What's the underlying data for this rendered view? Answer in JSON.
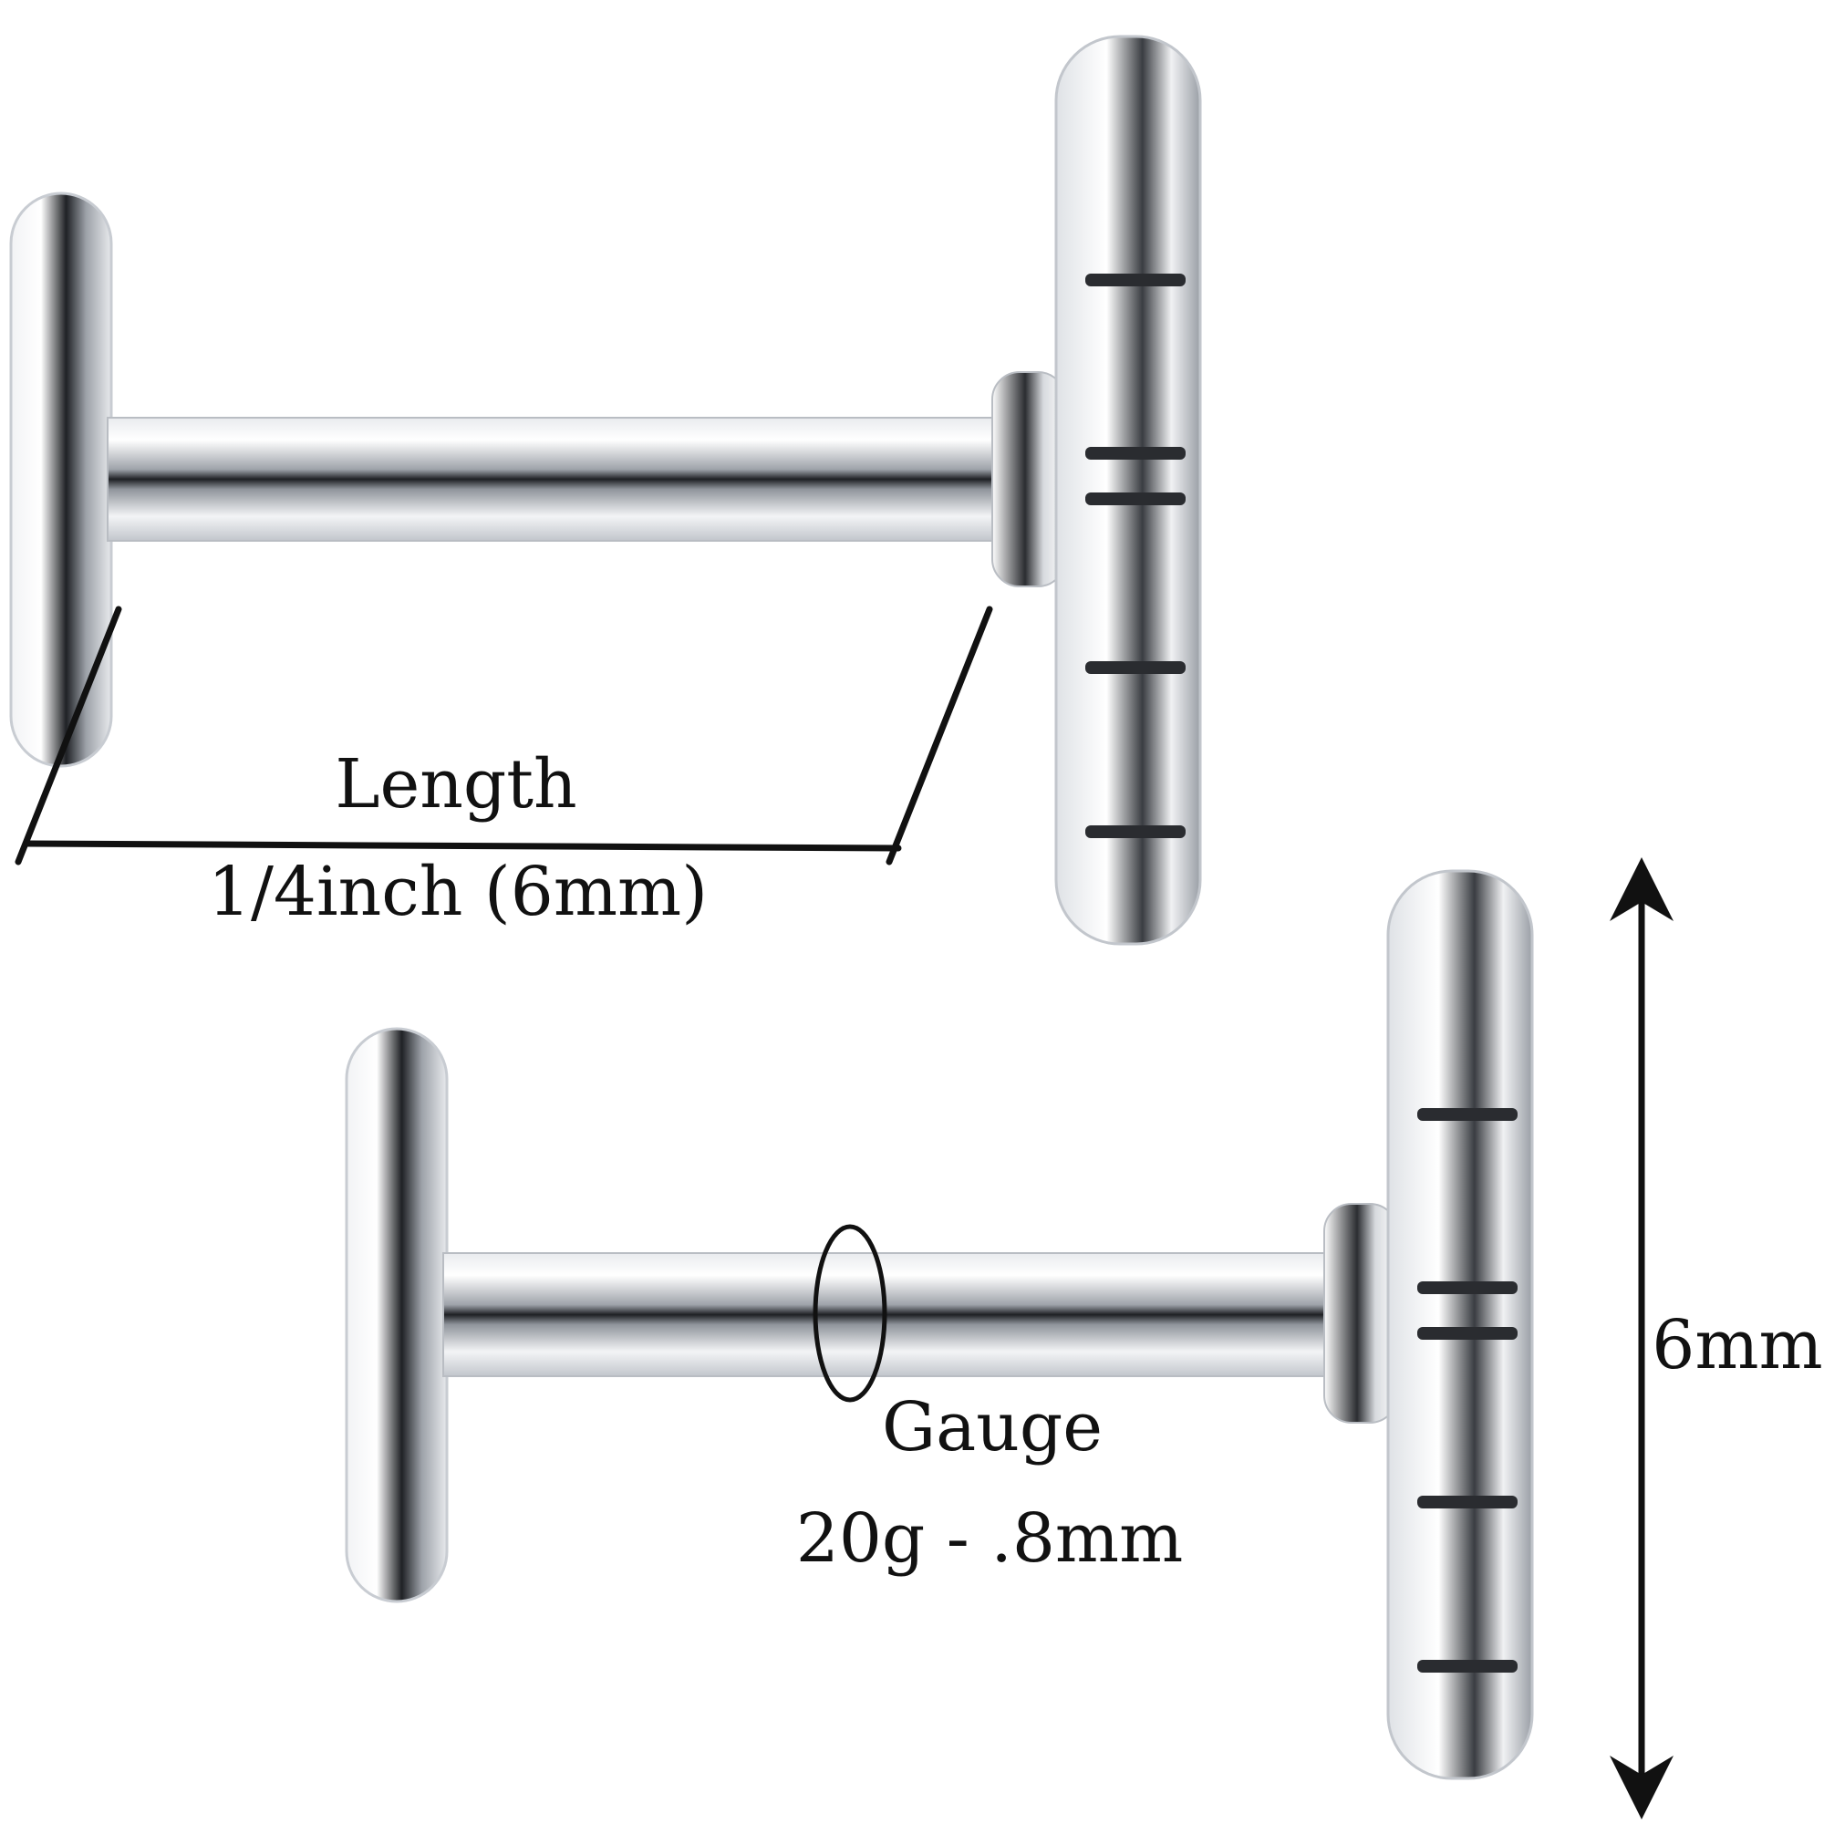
{
  "annotations": {
    "length": {
      "title": "Length",
      "value": "1/4inch (6mm)"
    },
    "gauge": {
      "title": "Gauge",
      "value": "20g - .8mm"
    },
    "height": {
      "value": "6mm"
    }
  },
  "colors": {
    "ink": "#111111",
    "metal_light": "#f4f5f7",
    "metal_mid": "#c9ccd1",
    "metal_dark": "#2a2c30",
    "background": "#ffffff"
  }
}
